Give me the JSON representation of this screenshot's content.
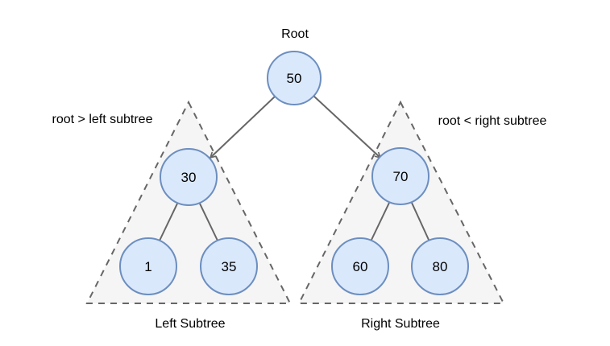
{
  "diagram": {
    "title": "Root",
    "root_node": {
      "value": "50"
    },
    "left_subtree": {
      "label": "Left Subtree",
      "annotation": "root > left subtree",
      "root": {
        "value": "30"
      },
      "children": [
        {
          "value": "1"
        },
        {
          "value": "35"
        }
      ]
    },
    "right_subtree": {
      "label": "Right Subtree",
      "annotation": "root < right subtree",
      "root": {
        "value": "70"
      },
      "children": [
        {
          "value": "60"
        },
        {
          "value": "80"
        }
      ]
    },
    "colors": {
      "node_fill": "#dae8fc",
      "node_border": "#6c8ebf",
      "edge": "#666666",
      "triangle_fill": "#f5f5f5",
      "triangle_border": "#666666",
      "text": "#000000"
    }
  }
}
